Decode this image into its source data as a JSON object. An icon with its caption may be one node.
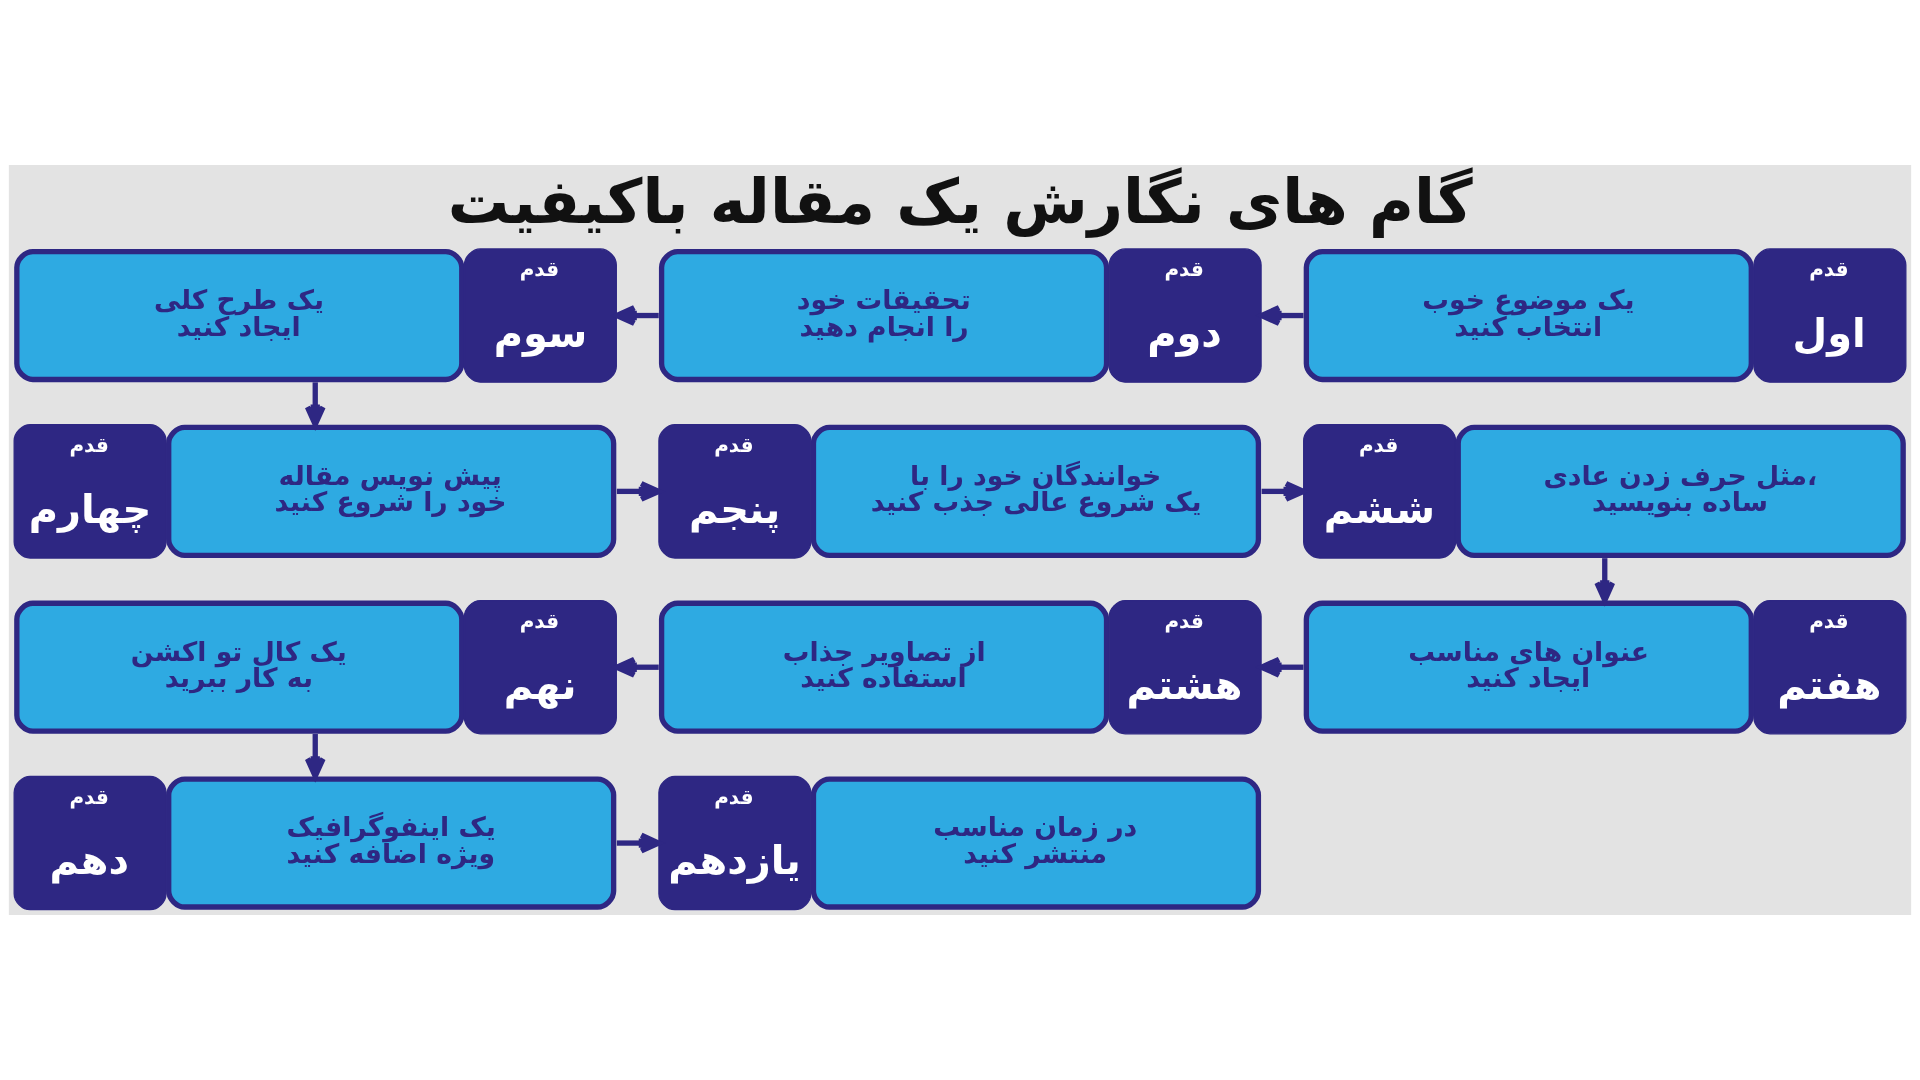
{
  "diagram": {
    "title": "گام های نگارش یک مقاله باکیفیت",
    "nodes": [
      {
        "text": [
          "قدم",
          "اول",
          "یک موضوع خوب انتخاب کنید"
        ]
      },
      {
        "text": [
          "قدم",
          "دوم",
          "تحقیقات خود را انجام دهید"
        ]
      },
      {
        "text": [
          "قدم",
          "سوم",
          "یک طرح کلی ایجاد کنید"
        ]
      },
      {
        "text": [
          "پیش نویس مقاله خود را شروع کنید",
          "قدم",
          "چهارم"
        ]
      },
      {
        "text": [
          "خوانندگان خود را با یک شروع عالی جذب کنید",
          "قدم",
          "پنجم"
        ]
      },
      {
        "text": [
          "مثل حرف زدن عادی، ساده بنویسید",
          "قدم",
          "ششم"
        ]
      },
      {
        "text": [
          "قدم",
          "هفتم",
          "عنوان های مناسب ایجاد کنید"
        ]
      },
      {
        "text": [
          "قدم",
          "هشتم",
          "از تصاویر جذاب استفاده کنید"
        ]
      },
      {
        "text": [
          "قدم",
          "نهم",
          "یک کال تو اکشن به کار ببرید"
        ]
      },
      {
        "text": [
          "یک اینفوگرافیک ویژه اضافه کنید",
          "قدم",
          "دهم"
        ]
      },
      {
        "text": [
          "در زمان مناسب منتشر کنید",
          "قدم",
          "یازدهم"
        ]
      }
    ],
    "edges": [
      {
        "from": 0,
        "to": 1,
        "arrow": "to"
      },
      {
        "from": 1,
        "to": 2,
        "arrow": "to"
      },
      {
        "from": 2,
        "to": 3,
        "arrow": "to"
      },
      {
        "from": 3,
        "to": 4,
        "arrow": "to"
      },
      {
        "from": 4,
        "to": 5,
        "arrow": "to"
      },
      {
        "from": 5,
        "to": 6,
        "arrow": "to"
      },
      {
        "from": 6,
        "to": 7,
        "arrow": "to"
      },
      {
        "from": 7,
        "to": 8,
        "arrow": "to"
      },
      {
        "from": 8,
        "to": 9,
        "arrow": "to"
      },
      {
        "from": 9,
        "to": 10,
        "arrow": "to"
      }
    ]
  }
}
